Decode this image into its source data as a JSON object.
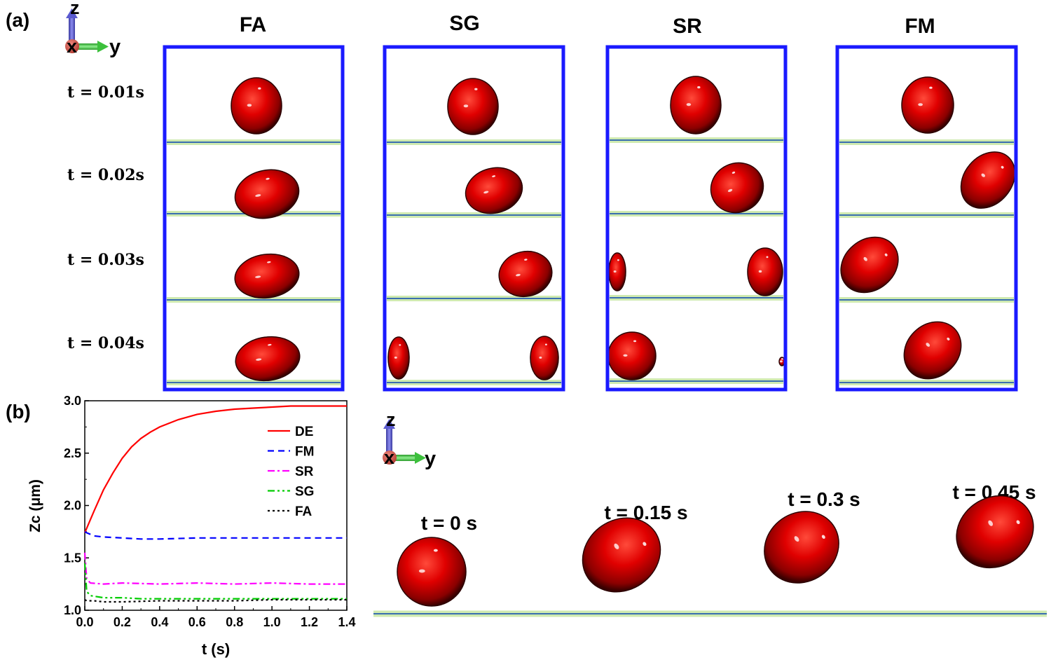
{
  "panel_a": {
    "label": "(a)",
    "axes": {
      "z": "z",
      "x": "x",
      "y": "y"
    },
    "columns": [
      "FA",
      "SG",
      "SR",
      "FM"
    ],
    "times": [
      "t = 0.01s",
      "t = 0.02s",
      "t = 0.03s",
      "t = 0.04s"
    ]
  },
  "panel_b": {
    "label": "(b)",
    "axes": {
      "z": "z",
      "x": "x",
      "y": "y"
    },
    "snapshots": [
      "t = 0 s",
      "t = 0.15 s",
      "t = 0.3 s",
      "t = 0.45 s"
    ]
  },
  "colors": {
    "droplet": "#e00000",
    "frame": "#1a1aff",
    "substrate": "#3a6fb0",
    "substrate_glow": "#cfeab0",
    "DE": "#ff0000",
    "FM": "#0000ff",
    "SR": "#ff00ff",
    "SG": "#00cc00",
    "FA": "#000000"
  },
  "chart_data": {
    "type": "line",
    "xlabel": "t (s)",
    "ylabel": "Zc (μm)",
    "xlim": [
      0.0,
      1.4
    ],
    "ylim": [
      1.0,
      3.0
    ],
    "xticks": [
      "0.0",
      "0.2",
      "0.4",
      "0.6",
      "0.8",
      "1.0",
      "1.2",
      "1.4"
    ],
    "yticks": [
      "1.0",
      "1.5",
      "2.0",
      "2.5",
      "3.0"
    ],
    "legend": "top-right",
    "series": [
      {
        "name": "DE",
        "style": "solid",
        "x": [
          0.0,
          0.05,
          0.1,
          0.15,
          0.2,
          0.25,
          0.3,
          0.35,
          0.4,
          0.5,
          0.6,
          0.7,
          0.8,
          0.9,
          1.0,
          1.1,
          1.2,
          1.3,
          1.4
        ],
        "y": [
          1.74,
          1.95,
          2.15,
          2.31,
          2.45,
          2.56,
          2.64,
          2.7,
          2.75,
          2.82,
          2.87,
          2.9,
          2.92,
          2.93,
          2.94,
          2.95,
          2.95,
          2.95,
          2.95
        ]
      },
      {
        "name": "FM",
        "style": "dashed",
        "x": [
          0.0,
          0.01,
          0.05,
          0.1,
          0.2,
          0.3,
          0.4,
          0.6,
          0.8,
          1.0,
          1.2,
          1.4
        ],
        "y": [
          1.75,
          1.74,
          1.71,
          1.7,
          1.69,
          1.68,
          1.68,
          1.69,
          1.69,
          1.69,
          1.69,
          1.69
        ]
      },
      {
        "name": "SR",
        "style": "dashdot",
        "x": [
          0.0,
          0.01,
          0.03,
          0.1,
          0.2,
          0.4,
          0.6,
          0.8,
          1.0,
          1.2,
          1.4
        ],
        "y": [
          1.55,
          1.3,
          1.26,
          1.25,
          1.26,
          1.25,
          1.26,
          1.25,
          1.26,
          1.25,
          1.25
        ]
      },
      {
        "name": "SG",
        "style": "dashdotdot",
        "x": [
          0.0,
          0.01,
          0.03,
          0.1,
          0.2,
          0.3,
          0.4,
          0.6,
          0.8,
          1.0,
          1.2,
          1.4
        ],
        "y": [
          1.45,
          1.18,
          1.14,
          1.12,
          1.12,
          1.11,
          1.11,
          1.11,
          1.11,
          1.11,
          1.11,
          1.11
        ]
      },
      {
        "name": "FA",
        "style": "dotted",
        "x": [
          0.0,
          0.01,
          0.05,
          0.1,
          0.2,
          0.4,
          0.6,
          0.8,
          1.0,
          1.2,
          1.4
        ],
        "y": [
          1.1,
          1.09,
          1.09,
          1.08,
          1.08,
          1.09,
          1.09,
          1.09,
          1.1,
          1.1,
          1.1
        ]
      }
    ]
  }
}
